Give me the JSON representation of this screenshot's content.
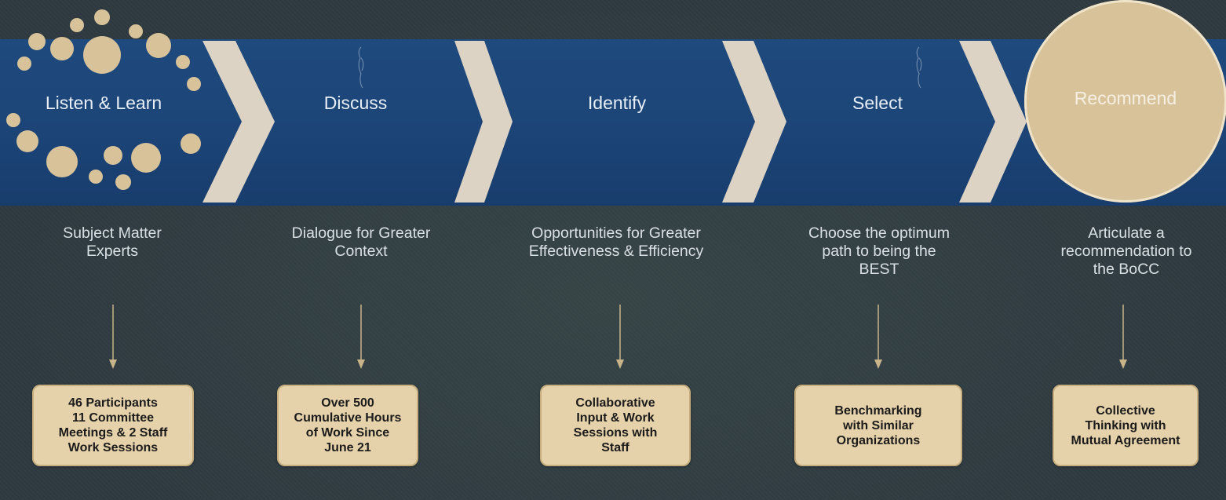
{
  "stages": [
    {
      "label": "Listen & Learn",
      "caption": [
        "Subject Matter",
        "Experts"
      ],
      "outcome": [
        "46 Participants",
        "11 Committee",
        "Meetings & 2 Staff",
        "Work Sessions"
      ]
    },
    {
      "label": "Discuss",
      "caption": [
        "Dialogue for Greater",
        "Context"
      ],
      "outcome": [
        "Over 500",
        "Cumulative Hours",
        "of Work Since",
        "June 21"
      ]
    },
    {
      "label": "Identify",
      "caption": [
        "Opportunities for Greater",
        "Effectiveness & Efficiency"
      ],
      "outcome": [
        "Collaborative",
        "Input & Work",
        "Sessions with",
        "Staff"
      ]
    },
    {
      "label": "Select",
      "caption": [
        "Choose the optimum",
        "path to being the",
        "BEST"
      ],
      "outcome": [
        "Benchmarking",
        "with Similar",
        "Organizations"
      ]
    },
    {
      "label": "Recommend",
      "caption": [
        "Articulate a",
        "recommendation to",
        "the BoCC"
      ],
      "outcome": [
        "Collective",
        "Thinking with",
        "Mutual Agreement"
      ]
    }
  ],
  "colors": {
    "background": "#2f3a40",
    "band": "#1f4a7e",
    "accent": "#d8c29a",
    "outcome_box": "#e6d2aa",
    "chevron": "#ddd3c4"
  }
}
